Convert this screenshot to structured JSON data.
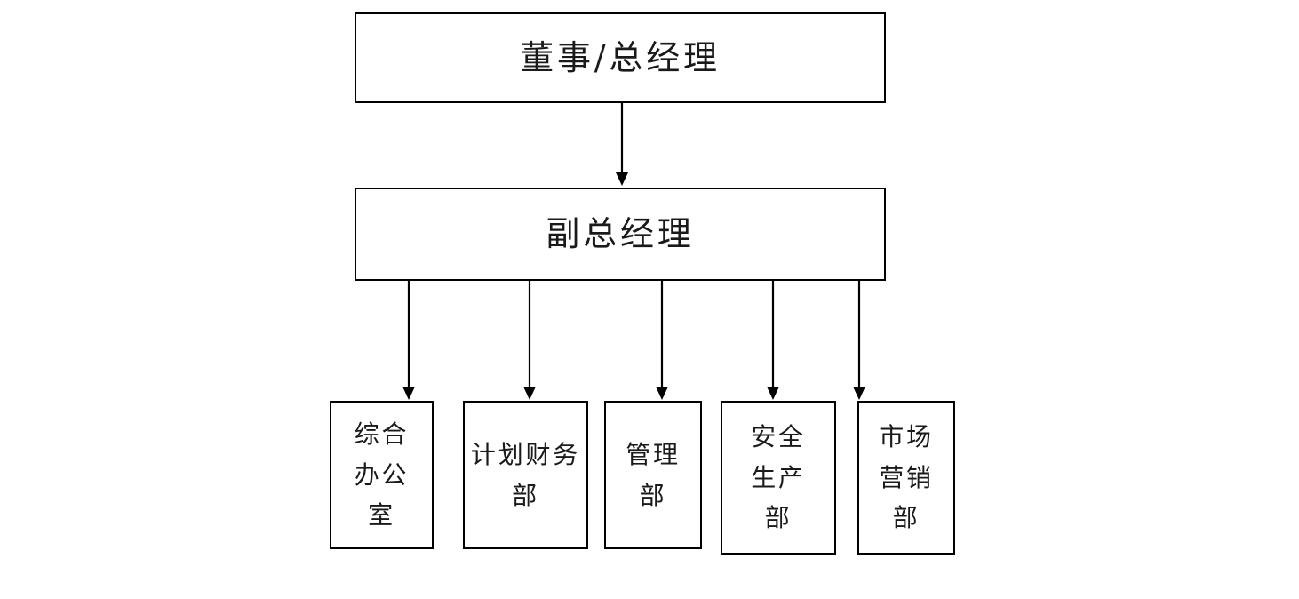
{
  "diagram": {
    "type": "organization-chart",
    "background_color": "#ffffff",
    "line_color": "#000000",
    "text_color": "#1a1a1a",
    "levels": [
      {
        "level": 1,
        "nodes": [
          {
            "id": "director",
            "label": "董事/总经理"
          }
        ]
      },
      {
        "level": 2,
        "nodes": [
          {
            "id": "deputy",
            "label": "副总经理"
          }
        ]
      },
      {
        "level": 3,
        "nodes": [
          {
            "id": "dept-office",
            "label": "综合\n办公\n室"
          },
          {
            "id": "dept-finance",
            "label": "计划财务\n部"
          },
          {
            "id": "dept-management",
            "label": "管理\n部"
          },
          {
            "id": "dept-safety",
            "label": "安全\n生产\n部"
          },
          {
            "id": "dept-marketing",
            "label": "市场\n营销\n部"
          }
        ]
      }
    ],
    "edges": [
      {
        "from": "director",
        "to": "deputy"
      },
      {
        "from": "deputy",
        "to": "dept-office"
      },
      {
        "from": "deputy",
        "to": "dept-finance"
      },
      {
        "from": "deputy",
        "to": "dept-management"
      },
      {
        "from": "deputy",
        "to": "dept-safety"
      },
      {
        "from": "deputy",
        "to": "dept-marketing"
      }
    ]
  }
}
